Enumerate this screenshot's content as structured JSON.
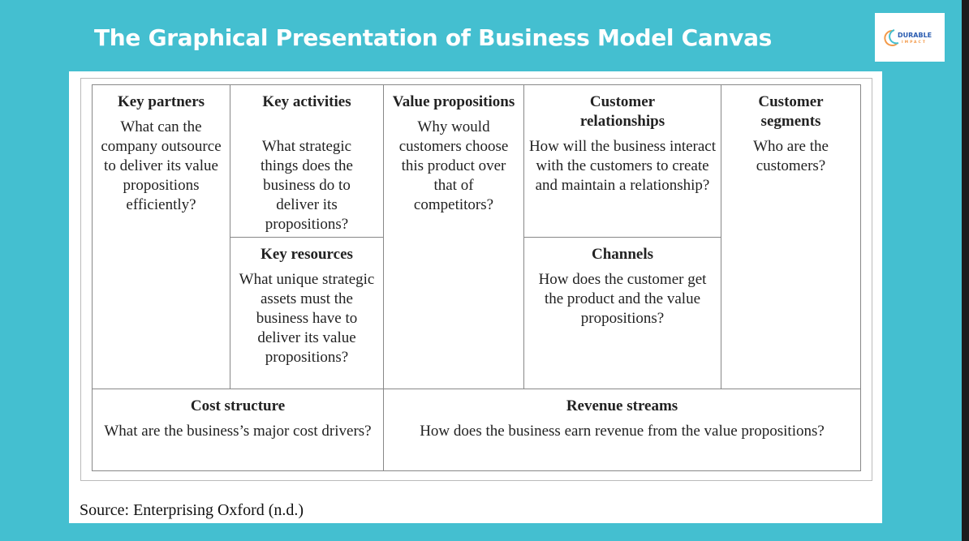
{
  "title": "The Graphical Presentation of Business Model Canvas",
  "logo": {
    "text": "DURABLE",
    "subtext": "IMPACT",
    "colors": {
      "blue": "#2a5cb0",
      "orange": "#f39a4a",
      "teal": "#44bfd0"
    }
  },
  "canvas": {
    "key_partners": {
      "heading": "Key partners",
      "body": "What can the company outsource to deliver its value propositions efficiently?"
    },
    "key_activities": {
      "heading": "Key activities",
      "body": "What strategic things does the business do to deliver its propositions?"
    },
    "key_resources": {
      "heading": "Key resources",
      "body": "What unique strategic assets must the business have to deliver its value propositions?"
    },
    "value_propositions": {
      "heading": "Value propositions",
      "body": "Why would customers choose this product over that of competitors?"
    },
    "customer_relationships": {
      "heading": "Customer relationships",
      "body": "How will the business interact with the customers to create and maintain a relationship?"
    },
    "channels": {
      "heading": "Channels",
      "body": "How does the customer get the product and the value propositions?"
    },
    "customer_segments": {
      "heading": "Customer segments",
      "body": "Who are the customers?"
    },
    "cost_structure": {
      "heading": "Cost structure",
      "body": "What are the business’s major cost drivers?"
    },
    "revenue_streams": {
      "heading": "Revenue streams",
      "body": "How does the business earn revenue from the value propositions?"
    }
  },
  "source": "Source: Enterprising Oxford (n.d.)"
}
